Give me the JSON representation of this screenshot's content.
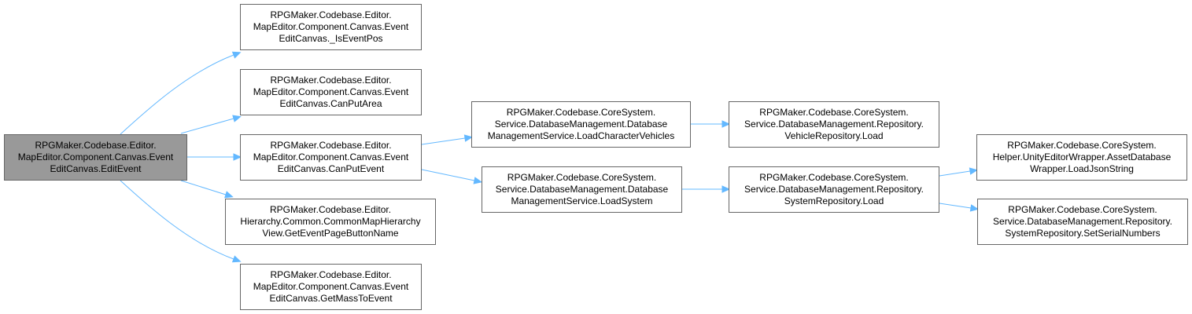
{
  "diagram": {
    "edge_color": "#63b8ff",
    "root_fill": "#999999",
    "node_border": "#666666",
    "nodes": [
      {
        "id": "n0",
        "label": "RPGMaker.Codebase.Editor.\nMapEditor.Component.Canvas.Event\nEditCanvas.EditEvent",
        "root": true
      },
      {
        "id": "n1",
        "label": "RPGMaker.Codebase.Editor.\nMapEditor.Component.Canvas.Event\nEditCanvas._IsEventPos"
      },
      {
        "id": "n2",
        "label": "RPGMaker.Codebase.Editor.\nMapEditor.Component.Canvas.Event\nEditCanvas.CanPutArea"
      },
      {
        "id": "n3",
        "label": "RPGMaker.Codebase.Editor.\nMapEditor.Component.Canvas.Event\nEditCanvas.CanPutEvent"
      },
      {
        "id": "n4",
        "label": "RPGMaker.Codebase.Editor.\nHierarchy.Common.CommonMapHierarchy\nView.GetEventPageButtonName"
      },
      {
        "id": "n5",
        "label": "RPGMaker.Codebase.Editor.\nMapEditor.Component.Canvas.Event\nEditCanvas.GetMassToEvent"
      },
      {
        "id": "n6",
        "label": "RPGMaker.Codebase.CoreSystem.\nService.DatabaseManagement.Database\nManagementService.LoadCharacterVehicles"
      },
      {
        "id": "n7",
        "label": "RPGMaker.Codebase.CoreSystem.\nService.DatabaseManagement.Database\nManagementService.LoadSystem"
      },
      {
        "id": "n8",
        "label": "RPGMaker.Codebase.CoreSystem.\nService.DatabaseManagement.Repository.\nVehicleRepository.Load"
      },
      {
        "id": "n9",
        "label": "RPGMaker.Codebase.CoreSystem.\nService.DatabaseManagement.Repository.\nSystemRepository.Load"
      },
      {
        "id": "n10",
        "label": "RPGMaker.Codebase.CoreSystem.\nHelper.UnityEditorWrapper.AssetDatabase\nWrapper.LoadJsonString"
      },
      {
        "id": "n11",
        "label": "RPGMaker.Codebase.CoreSystem.\nService.DatabaseManagement.Repository.\nSystemRepository.SetSerialNumbers"
      }
    ],
    "edges": [
      {
        "from": "n0",
        "to": "n1"
      },
      {
        "from": "n0",
        "to": "n2"
      },
      {
        "from": "n0",
        "to": "n3"
      },
      {
        "from": "n0",
        "to": "n4"
      },
      {
        "from": "n0",
        "to": "n5"
      },
      {
        "from": "n3",
        "to": "n6"
      },
      {
        "from": "n3",
        "to": "n7"
      },
      {
        "from": "n6",
        "to": "n8"
      },
      {
        "from": "n7",
        "to": "n9"
      },
      {
        "from": "n9",
        "to": "n10"
      },
      {
        "from": "n9",
        "to": "n11"
      }
    ]
  }
}
